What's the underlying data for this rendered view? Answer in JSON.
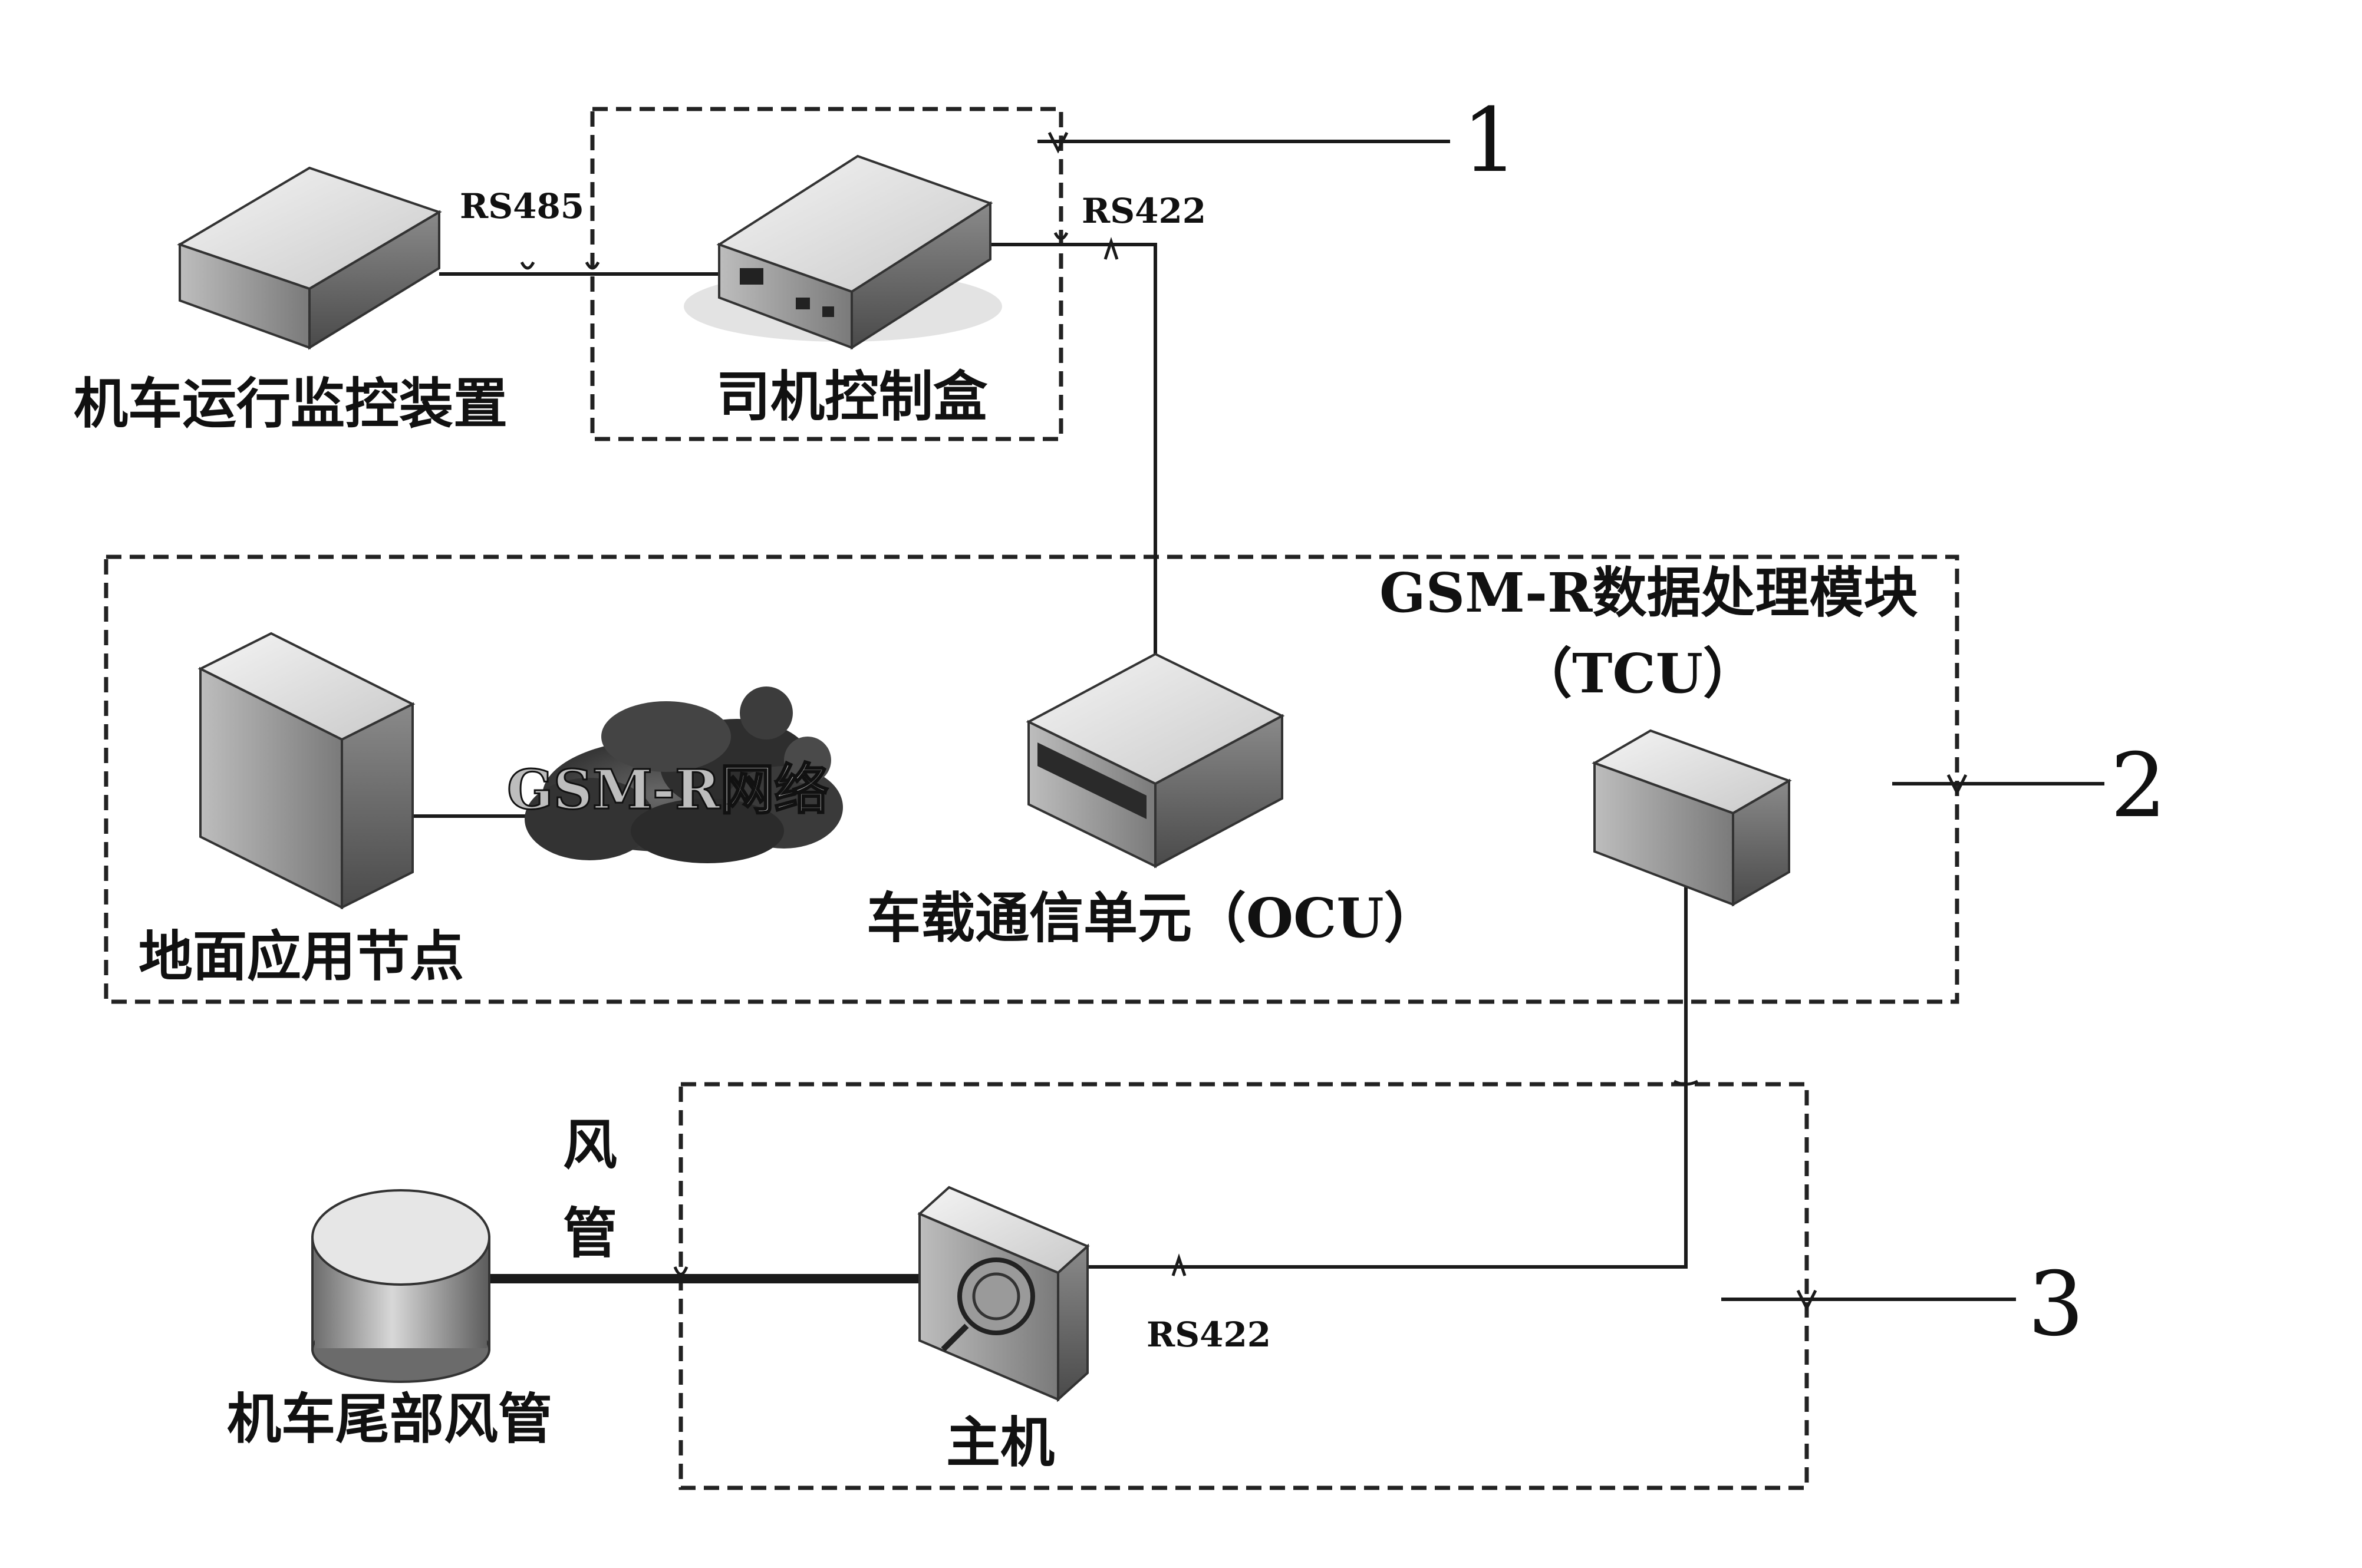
{
  "labels": {
    "monitor_device": "机车运行监控装置",
    "driver_box": "司机控制盒",
    "gsmr_module": "GSM-R数据处理模块",
    "tcu": "（TCU）",
    "ground_node": "地面应用节点",
    "gsmr_network": "GSM-R网络",
    "ocu": "车载通信单元（OCU）",
    "tail_pipe": "机车尾部风管",
    "host": "主机",
    "air_pipe_1": "风",
    "air_pipe_2": "管"
  },
  "interfaces": {
    "rs485": "RS485",
    "rs422_top": "RS422",
    "rs422_bottom": "RS422"
  },
  "group_numbers": {
    "g1": "1",
    "g2": "2",
    "g3": "3"
  },
  "icons": {
    "monitor_device": "flat-box-device-icon",
    "driver_box": "control-box-icon",
    "ground_node": "server-tower-icon",
    "gsmr_network": "cloud-network-icon",
    "ocu": "rack-unit-icon",
    "tcu": "module-box-icon",
    "tail_pipe": "cylinder-tank-icon",
    "host": "host-unit-icon"
  }
}
